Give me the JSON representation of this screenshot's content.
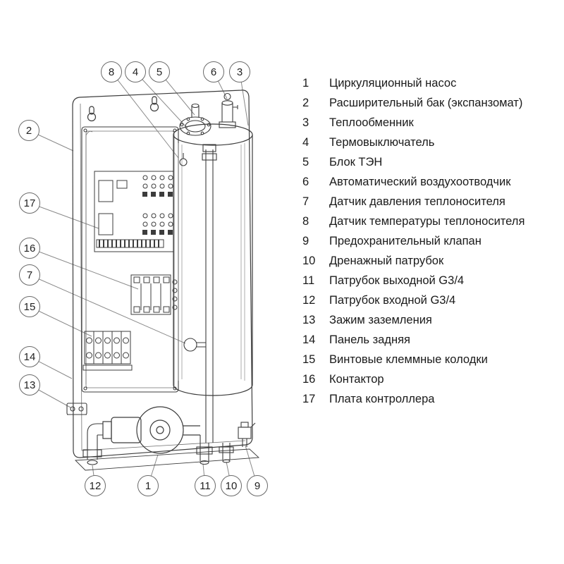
{
  "diagram": {
    "description": "Схема внутреннего устройства электрического котла",
    "callouts": [
      {
        "num": "8"
      },
      {
        "num": "4"
      },
      {
        "num": "5"
      },
      {
        "num": "6"
      },
      {
        "num": "3"
      },
      {
        "num": "2"
      },
      {
        "num": "17"
      },
      {
        "num": "16"
      },
      {
        "num": "7"
      },
      {
        "num": "15"
      },
      {
        "num": "14"
      },
      {
        "num": "13"
      },
      {
        "num": "12"
      },
      {
        "num": "1"
      },
      {
        "num": "11"
      },
      {
        "num": "10"
      },
      {
        "num": "9"
      }
    ]
  },
  "legend": {
    "items": [
      {
        "num": "1",
        "label": "Циркуляционный насос"
      },
      {
        "num": "2",
        "label": "Расширительный бак (экспанзомат)"
      },
      {
        "num": "3",
        "label": "Теплообменник"
      },
      {
        "num": "4",
        "label": "Термовыключатель"
      },
      {
        "num": "5",
        "label": "Блок ТЭН"
      },
      {
        "num": "6",
        "label": "Автоматический воздухоотводчик"
      },
      {
        "num": "7",
        "label": "Датчик давления теплоносителя"
      },
      {
        "num": "8",
        "label": "Датчик температуры теплоносителя"
      },
      {
        "num": "9",
        "label": "Предохранительный клапан"
      },
      {
        "num": "10",
        "label": "Дренажный патрубок"
      },
      {
        "num": "11",
        "label": "Патрубок выходной G3/4"
      },
      {
        "num": "12",
        "label": "Патрубок входной G3/4"
      },
      {
        "num": "13",
        "label": "Зажим заземления"
      },
      {
        "num": "14",
        "label": "Панель задняя"
      },
      {
        "num": "15",
        "label": "Винтовые клеммные колодки"
      },
      {
        "num": "16",
        "label": "Контактор"
      },
      {
        "num": "17",
        "label": "Плата контроллера"
      }
    ]
  }
}
